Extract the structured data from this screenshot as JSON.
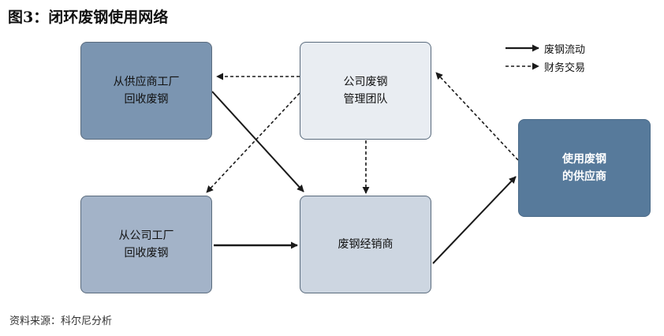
{
  "title": "图3：闭环废钢使用网络",
  "source": "资料来源：科尔尼分析",
  "legend": {
    "solid": "废钢流动",
    "dashed": "财务交易"
  },
  "nodes": {
    "external_factory": {
      "line1": "从供应商工厂",
      "line2": "回收废钢",
      "color": "#7b95b1"
    },
    "internal_team": {
      "line1": "公司废钢",
      "line2": "管理团队",
      "color": "#e9edf2"
    },
    "own_factory": {
      "line1": "从公司工厂",
      "line2": "回收废钢",
      "color": "#a3b3c8"
    },
    "dealer": {
      "line1": "废钢经销商",
      "color": "#cdd6e1"
    },
    "supplier": {
      "line1": "使用废钢",
      "line2": "的供应商",
      "color": "#577a9b"
    }
  }
}
